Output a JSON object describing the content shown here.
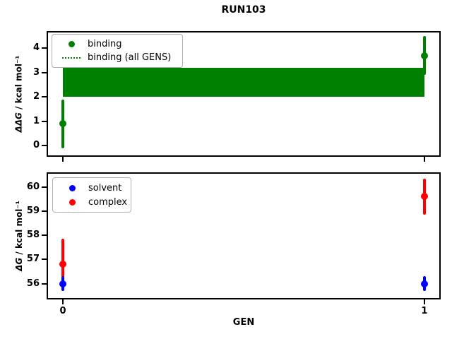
{
  "title": "RUN103",
  "xlabel": "GEN",
  "chart_data": [
    {
      "type": "scatter",
      "ylabel_symbol": "ΔΔG",
      "ylabel_units": " / kcal mol⁻¹",
      "x": [
        0,
        1
      ],
      "xtick_labels": [
        "0",
        "1"
      ],
      "show_xtick_labels": false,
      "yticks": [
        0,
        1,
        2,
        3,
        4
      ],
      "ylim": [
        -0.45,
        4.7
      ],
      "xlim": [
        -0.045,
        1.045
      ],
      "series": [
        {
          "name": "binding",
          "color": "#008000",
          "marker": "circle",
          "values": [
            0.9,
            3.7
          ],
          "err": [
            1.0,
            0.8
          ]
        }
      ],
      "band": {
        "name": "binding (all GENS)",
        "lo": 2.0,
        "hi": 3.2,
        "center": 2.6,
        "color": "#008000",
        "line_style": "dotted"
      },
      "legend": {
        "position": "upper-left",
        "items": [
          {
            "label": "binding",
            "glyph": "dot",
            "color": "#008000"
          },
          {
            "label": "binding (all GENS)",
            "glyph": "dotted-line",
            "color": "#008000"
          }
        ]
      }
    },
    {
      "type": "scatter",
      "ylabel_symbol": "ΔG",
      "ylabel_units": " / kcal mol⁻¹",
      "x": [
        0,
        1
      ],
      "xtick_labels": [
        "0",
        "1"
      ],
      "show_xtick_labels": true,
      "yticks": [
        56,
        57,
        58,
        59,
        60
      ],
      "ylim": [
        55.35,
        60.6
      ],
      "xlim": [
        -0.045,
        1.045
      ],
      "series": [
        {
          "name": "complex",
          "color": "#ff0000",
          "marker": "circle",
          "values": [
            56.8,
            59.6
          ],
          "err": [
            1.05,
            0.75
          ]
        },
        {
          "name": "solvent",
          "color": "#0000ff",
          "marker": "circle",
          "values": [
            56.0,
            56.0
          ],
          "err": [
            0.3,
            0.3
          ]
        }
      ],
      "legend": {
        "position": "upper-left",
        "items": [
          {
            "label": "solvent",
            "glyph": "dot",
            "color": "#0000ff"
          },
          {
            "label": "complex",
            "glyph": "dot",
            "color": "#ff0000"
          }
        ]
      }
    }
  ]
}
